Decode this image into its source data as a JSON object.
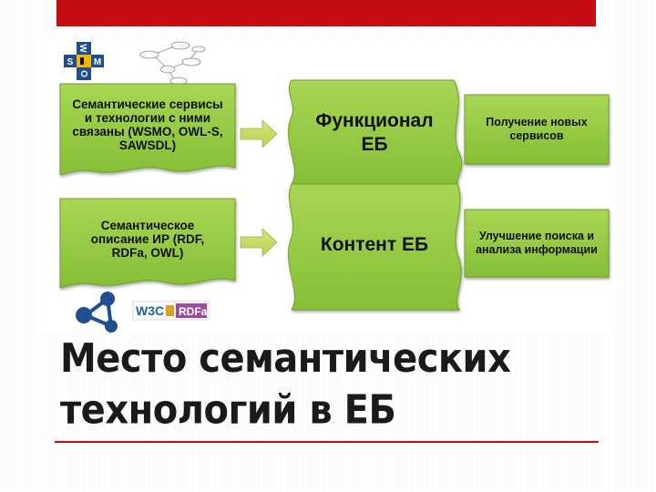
{
  "colors": {
    "accent_red": "#c40c12",
    "box_green": "#8cc43a",
    "box_green_light": "#9fd149",
    "arrow_green": "#c9dd6a",
    "logo_blue": "#1f4f8f"
  },
  "diagram": {
    "left_boxes": [
      {
        "label": "Семантические сервисы\nи технологии с ними\nсвязаны (WSMO, OWL-S,\nSAWSDL)"
      },
      {
        "label": "Семантическое\nописание ИР (RDF,\nRDFa, OWL)"
      }
    ],
    "center_boxes": [
      {
        "label": "Функционал\nЕБ"
      },
      {
        "label": "Контент ЕБ"
      }
    ],
    "right_boxes": [
      {
        "label": "Получение новых\nсервисов"
      },
      {
        "label": "Улучшение поиска и\nанализа информации"
      }
    ],
    "logos": {
      "w3c": "W3C",
      "rdfa": "RDFa",
      "wsmo_letters": [
        "W",
        "S",
        "M",
        "O"
      ]
    }
  },
  "slide": {
    "title": "Место семантических технологий в ЕБ"
  }
}
